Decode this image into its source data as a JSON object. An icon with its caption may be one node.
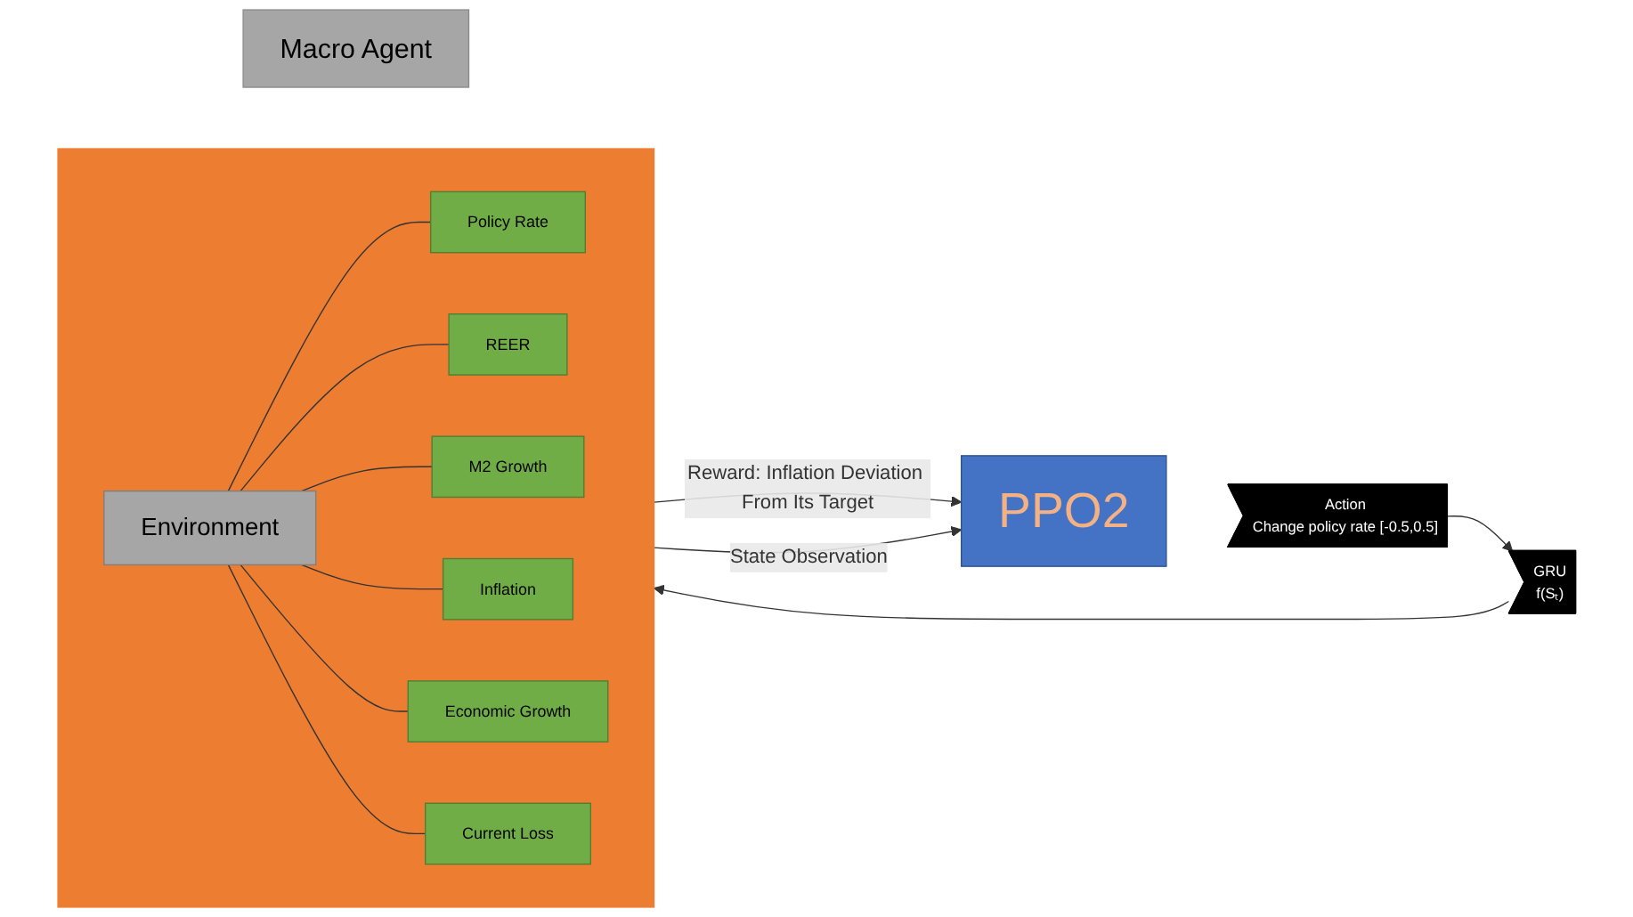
{
  "diagram": {
    "nodes": [
      {
        "text": [
          "Macro Agent"
        ]
      },
      {
        "text": [
          "PPO2"
        ]
      },
      {
        "text": [
          "Action",
          "Change policy rate [-0.5,0.5]"
        ]
      },
      {
        "text": [
          "GRU",
          "f(Sₜ)"
        ]
      },
      {
        "text": [],
        "shape": "box"
      },
      {
        "text": [
          "Environment"
        ],
        "in": 4
      },
      {
        "text": [
          "Policy Rate"
        ],
        "in": 4
      },
      {
        "text": [
          "REER"
        ],
        "in": 4
      },
      {
        "text": [
          "M2 Growth"
        ],
        "in": 4
      },
      {
        "text": [
          "Inflation"
        ],
        "in": 4
      },
      {
        "text": [
          "Economic Growth"
        ],
        "in": 4
      },
      {
        "text": [
          "Current Loss"
        ],
        "in": 4
      }
    ],
    "edges": [
      {
        "from": 2,
        "to": 3,
        "arrow": "to"
      },
      {
        "from": 3,
        "to": 4,
        "arrow": "to"
      },
      {
        "from": 4,
        "to": 1,
        "arrow": "to",
        "label": "Reward: Inflation Deviation From Its Target"
      },
      {
        "from": 4,
        "to": 1,
        "arrow": "to",
        "label": "State Observation"
      },
      {
        "from": 5,
        "to": 6,
        "arrow": "none"
      },
      {
        "from": 5,
        "to": 7,
        "arrow": "none"
      },
      {
        "from": 5,
        "to": 8,
        "arrow": "none"
      },
      {
        "from": 5,
        "to": 9,
        "arrow": "none"
      },
      {
        "from": 5,
        "to": 10,
        "arrow": "none"
      },
      {
        "from": 5,
        "to": 11,
        "arrow": "none"
      }
    ]
  }
}
